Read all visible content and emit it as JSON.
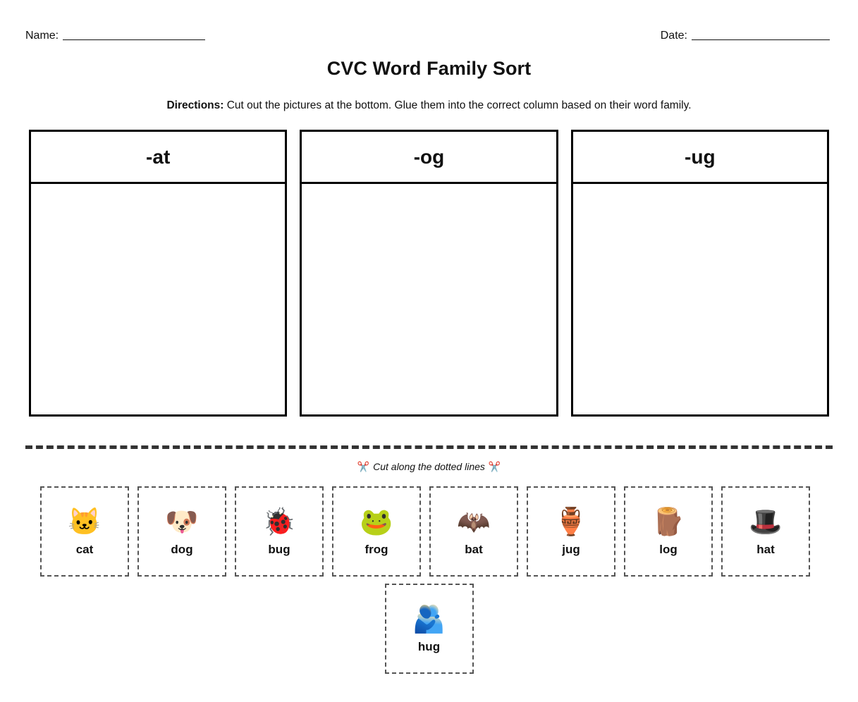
{
  "header": {
    "name_label": "Name:",
    "date_label": "Date:"
  },
  "title": "CVC Word Family Sort",
  "directions": {
    "lead": "Directions:",
    "text": " Cut out the pictures at the bottom. Glue them into the correct column based on their word family."
  },
  "sort_columns": [
    {
      "header": "-at"
    },
    {
      "header": "-og"
    },
    {
      "header": "-ug"
    }
  ],
  "cut_section": {
    "caption": "Cut along the dotted lines",
    "scissors_icon": "✂️"
  },
  "cards_row_1": [
    {
      "label": "cat",
      "emoji": "🐱",
      "icon_name": "cat-face-icon"
    },
    {
      "label": "dog",
      "emoji": "🐶",
      "icon_name": "dog-face-icon"
    },
    {
      "label": "bug",
      "emoji": "🐞",
      "icon_name": "ladybug-icon"
    },
    {
      "label": "frog",
      "emoji": "🐸",
      "icon_name": "frog-face-icon"
    },
    {
      "label": "bat",
      "emoji": "🦇",
      "icon_name": "bat-icon"
    },
    {
      "label": "jug",
      "emoji": "🏺",
      "icon_name": "amphora-jug-icon"
    },
    {
      "label": "log",
      "emoji": "🪵",
      "icon_name": "wood-log-icon"
    },
    {
      "label": "hat",
      "emoji": "🎩",
      "icon_name": "top-hat-icon"
    }
  ],
  "cards_row_2": [
    {
      "label": "hug",
      "emoji": "🫂",
      "icon_name": "people-hugging-icon"
    }
  ],
  "colors": {
    "ink": "#111111",
    "box_border": "#000000",
    "cut_line": "#333333",
    "card_border": "#555555",
    "page_background": "#ffffff"
  }
}
